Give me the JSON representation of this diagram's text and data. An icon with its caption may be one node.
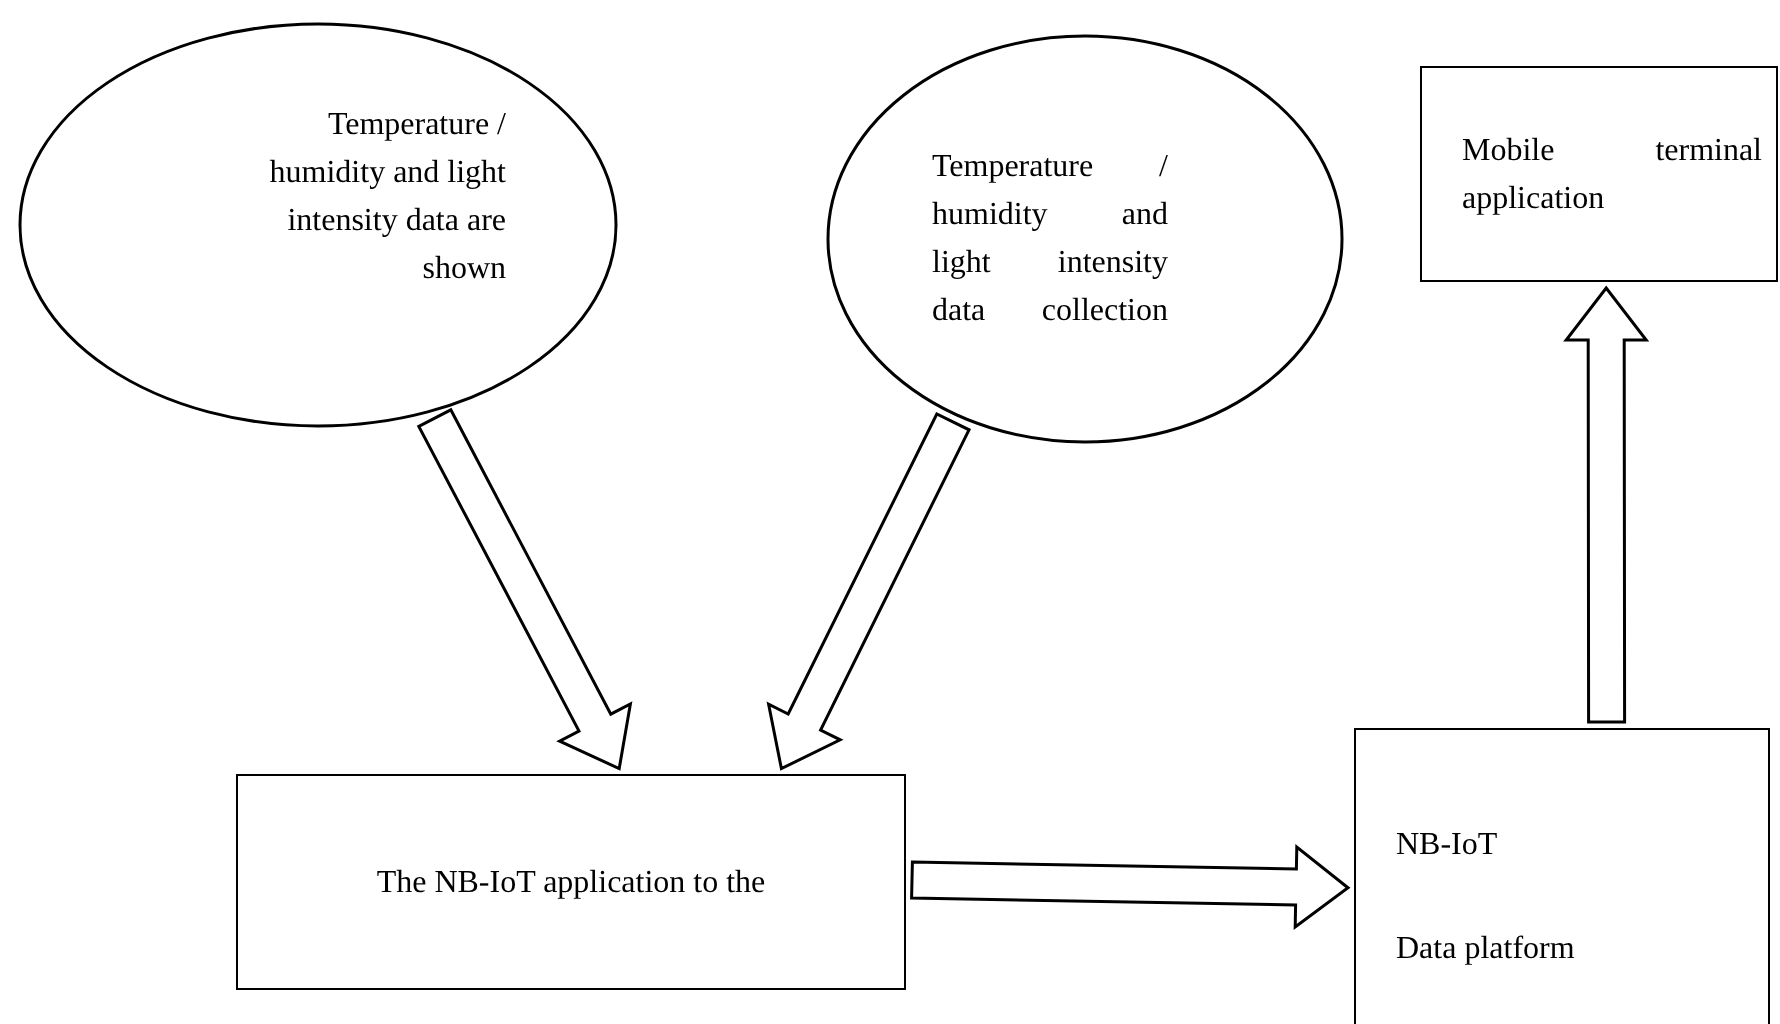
{
  "diagram": {
    "nodes": [
      {
        "text": [
          "Temperature / humidity and light intensity data are shown"
        ]
      },
      {
        "text": [
          "Temperature / humidity and light intensity data collection"
        ]
      },
      {
        "text": [
          "Mobile terminal application"
        ]
      },
      {
        "text": [
          "The NB-IoT application to the"
        ]
      },
      {
        "text": [
          "NB-IoT",
          "Data platform"
        ]
      }
    ],
    "edges": [
      {
        "from": 0,
        "to": 3,
        "arrow": "to"
      },
      {
        "from": 1,
        "to": 3,
        "arrow": "to"
      },
      {
        "from": 3,
        "to": 4,
        "arrow": "to"
      },
      {
        "from": 4,
        "to": 2,
        "arrow": "to"
      }
    ]
  }
}
